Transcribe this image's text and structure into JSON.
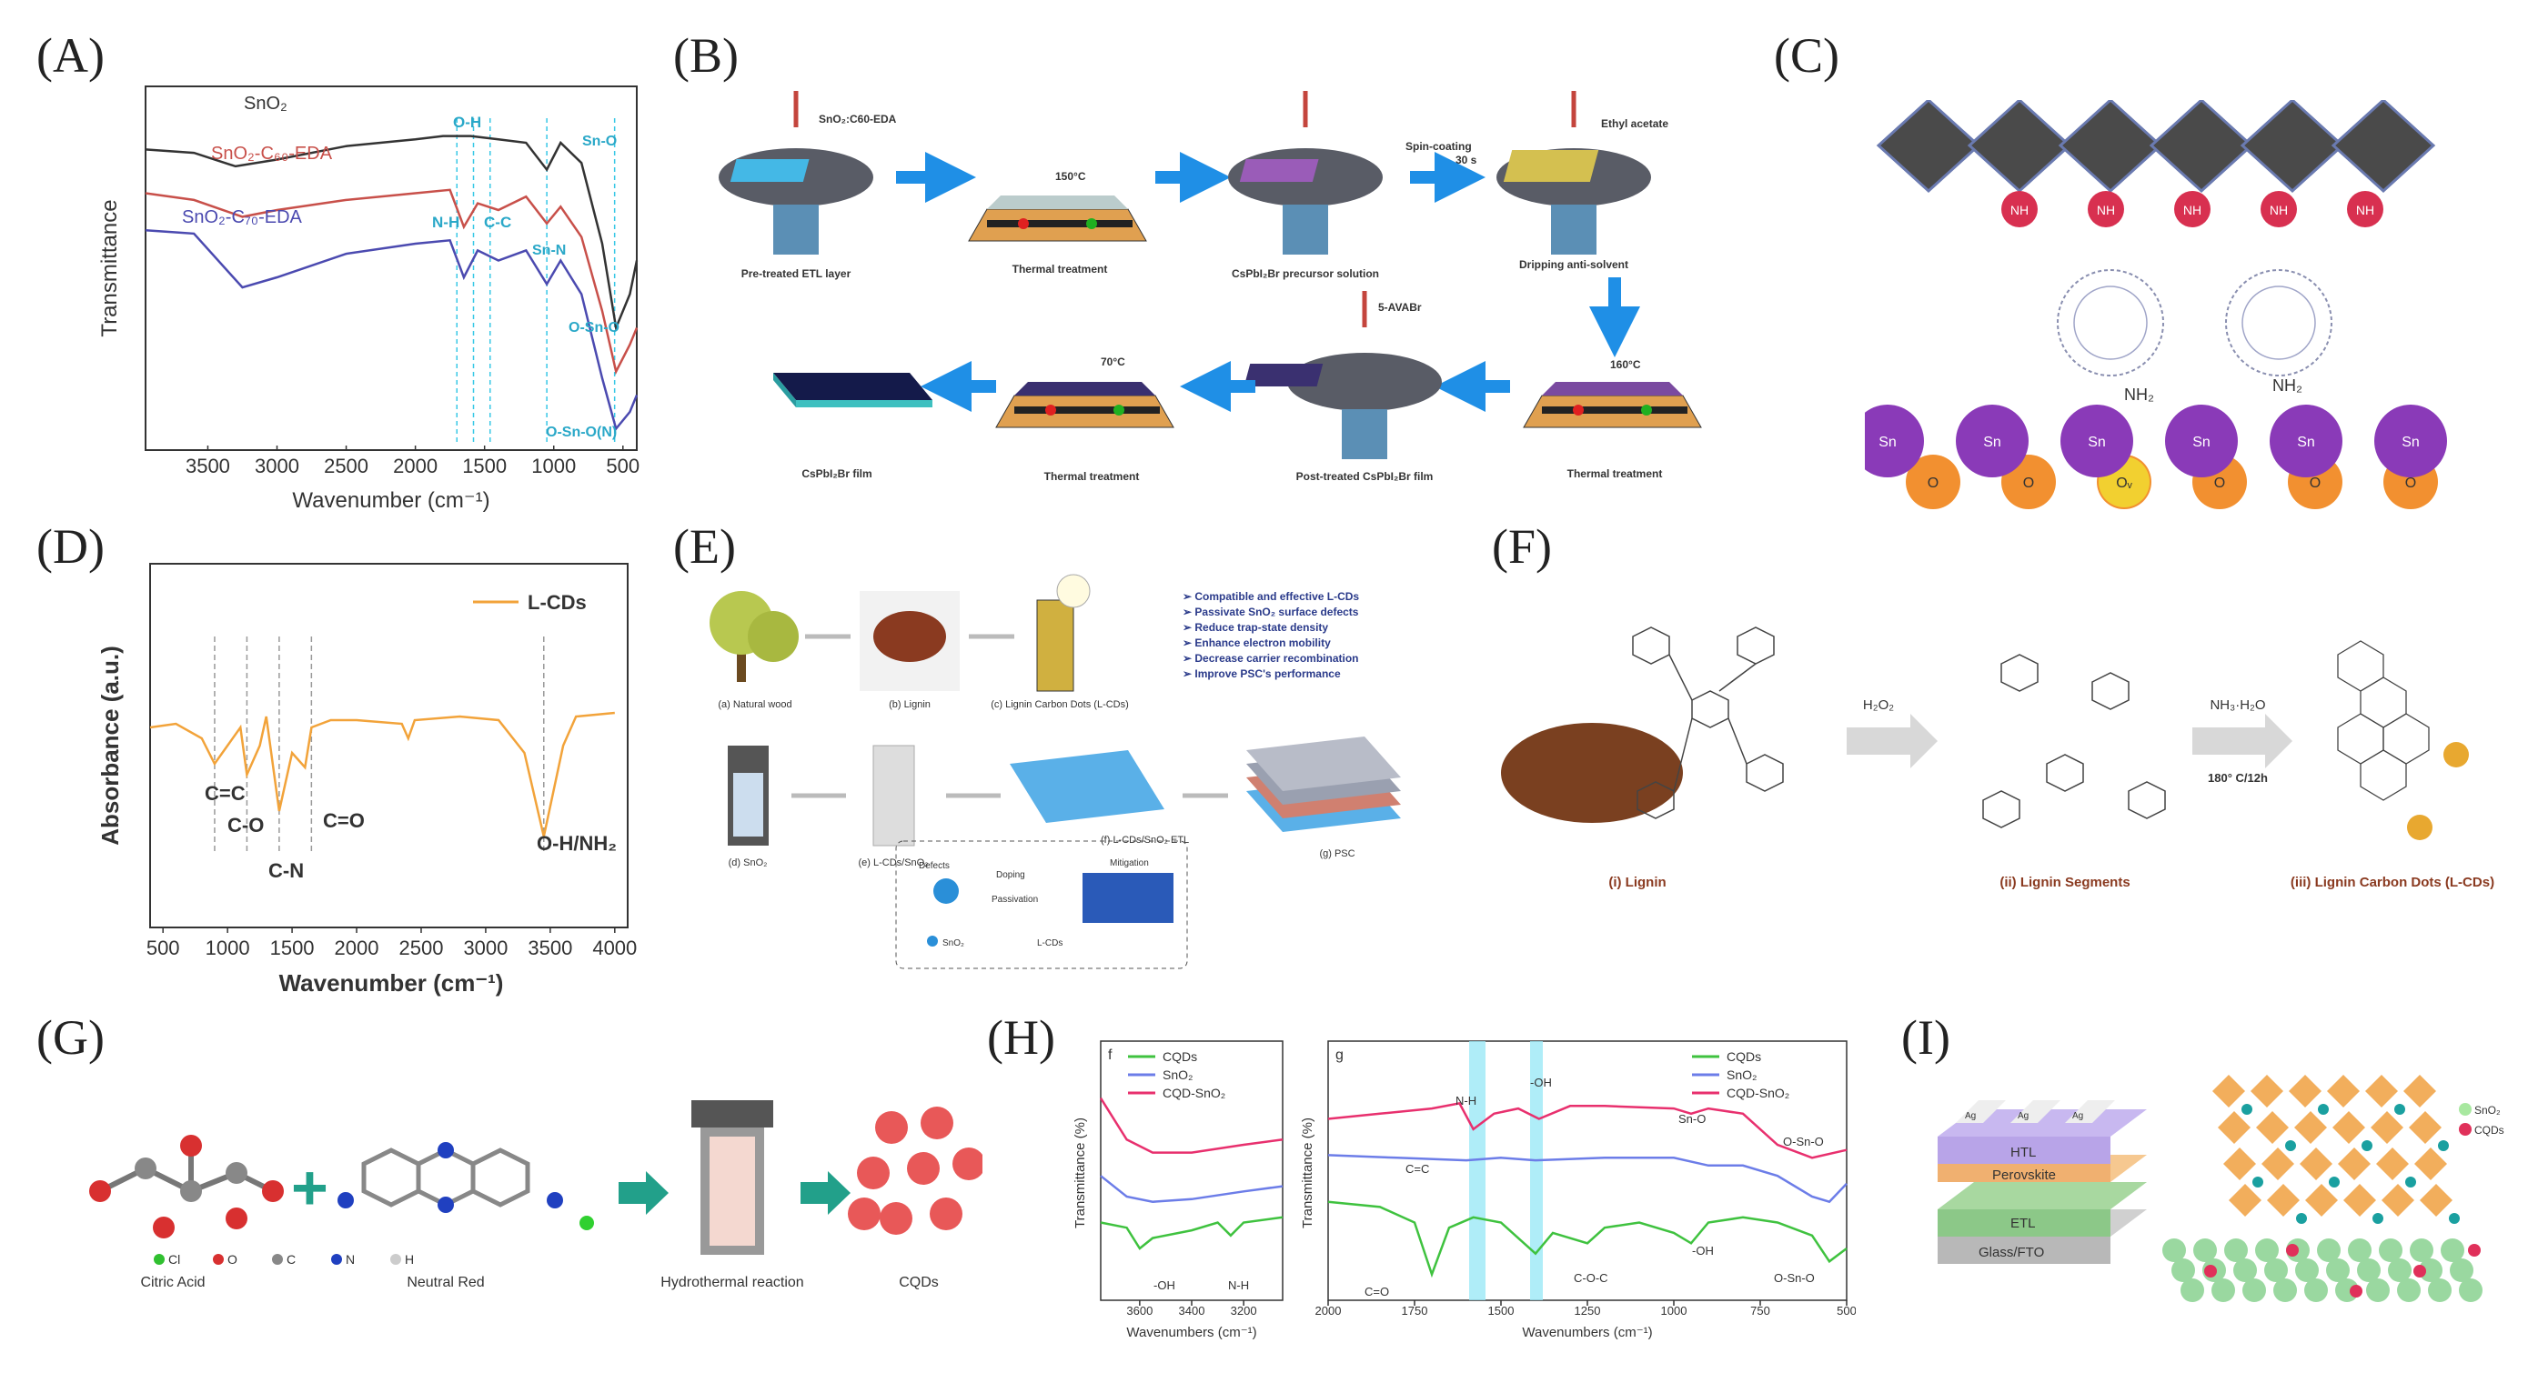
{
  "panel_labels": [
    "(A)",
    "(B)",
    "(C)",
    "(D)",
    "(E)",
    "(F)",
    "(G)",
    "(H)",
    "(I)"
  ],
  "colors": {
    "black": "#333333",
    "red": "#c8504a",
    "blue": "#4b4ab0",
    "orange": "#f2a33a",
    "green": "#3fc23f",
    "blue2": "#6c7de8",
    "pink": "#e8306e",
    "cyan": "#38c8e6",
    "arrow": "#1f8fe6",
    "teal": "#22a08a"
  },
  "panelA": {
    "chart_data": {
      "type": "line",
      "xlabel": "Wavenumber (cm⁻¹)",
      "ylabel": "Transmittance",
      "xlim": [
        3950,
        400
      ],
      "xticks": [
        "3500",
        "3000",
        "2500",
        "2000",
        "1500",
        "1000",
        "500"
      ],
      "series": [
        {
          "name": "SnO₂",
          "values": [
            [
              3950,
              0.88
            ],
            [
              3600,
              0.87
            ],
            [
              3300,
              0.83
            ],
            [
              3000,
              0.85
            ],
            [
              2500,
              0.89
            ],
            [
              2000,
              0.91
            ],
            [
              1800,
              0.92
            ],
            [
              1600,
              0.92
            ],
            [
              1400,
              0.91
            ],
            [
              1200,
              0.9
            ],
            [
              1050,
              0.82
            ],
            [
              950,
              0.9
            ],
            [
              800,
              0.84
            ],
            [
              650,
              0.6
            ],
            [
              550,
              0.35
            ],
            [
              450,
              0.45
            ],
            [
              400,
              0.55
            ]
          ]
        },
        {
          "name": "SnO₂-C₆₀-EDA",
          "values": [
            [
              3950,
              0.75
            ],
            [
              3600,
              0.73
            ],
            [
              3250,
              0.68
            ],
            [
              3000,
              0.7
            ],
            [
              2500,
              0.73
            ],
            [
              2000,
              0.75
            ],
            [
              1750,
              0.76
            ],
            [
              1650,
              0.65
            ],
            [
              1550,
              0.72
            ],
            [
              1400,
              0.7
            ],
            [
              1200,
              0.74
            ],
            [
              1050,
              0.66
            ],
            [
              950,
              0.71
            ],
            [
              800,
              0.62
            ],
            [
              650,
              0.4
            ],
            [
              550,
              0.22
            ],
            [
              450,
              0.3
            ],
            [
              400,
              0.35
            ]
          ]
        },
        {
          "name": "SnO₂-C₇₀-EDA",
          "values": [
            [
              3950,
              0.64
            ],
            [
              3600,
              0.63
            ],
            [
              3250,
              0.47
            ],
            [
              3000,
              0.5
            ],
            [
              2500,
              0.57
            ],
            [
              2000,
              0.6
            ],
            [
              1750,
              0.61
            ],
            [
              1650,
              0.5
            ],
            [
              1550,
              0.58
            ],
            [
              1400,
              0.55
            ],
            [
              1200,
              0.58
            ],
            [
              1050,
              0.48
            ],
            [
              950,
              0.55
            ],
            [
              800,
              0.45
            ],
            [
              650,
              0.2
            ],
            [
              550,
              0.05
            ],
            [
              450,
              0.1
            ],
            [
              400,
              0.15
            ]
          ]
        }
      ],
      "annotations": [
        "O-H",
        "N-H",
        "C-C",
        "Sn-O",
        "Sn-N",
        "O-Sn-O",
        "O-Sn-O(N)"
      ]
    }
  },
  "panelB": {
    "steps": [
      "Pre-treated ETL layer",
      "Thermal treatment",
      "CsPbI₂Br precursor solution",
      "Dripping anti-solvent",
      "Thermal treatment",
      "Post-treated CsPbI₂Br film",
      "Thermal treatment",
      "CsPbI₂Br film"
    ],
    "labels": {
      "etl": "SnO₂:C60-EDA",
      "t150": "150°C",
      "spin": "Spin-coating",
      "spin_time": "30 s",
      "ea": "Ethyl acetate",
      "t160": "160°C",
      "avabr": "5-AVABr",
      "t70": "70°C"
    }
  },
  "panelC": {
    "atoms_top": [
      "NH",
      "NH",
      "NH",
      "NH",
      "NH"
    ],
    "nh2": [
      "NH₂",
      "NH₂"
    ],
    "sn": [
      "Sn",
      "Sn",
      "Sn",
      "Sn",
      "Sn",
      "Sn"
    ],
    "o": [
      "O",
      "O",
      "O",
      "O",
      "O",
      "O"
    ],
    "ov": "Oᵥ"
  },
  "panelD": {
    "chart_data": {
      "type": "line",
      "xlabel": "Wavenumber (cm⁻¹)",
      "ylabel": "Absorbance (a.u.)",
      "xlim": [
        400,
        4100
      ],
      "xticks": [
        "500",
        "1000",
        "1500",
        "2000",
        "2500",
        "3000",
        "3500",
        "4000"
      ],
      "series": [
        {
          "name": "L-CDs",
          "values": [
            [
              400,
              0.55
            ],
            [
              600,
              0.56
            ],
            [
              800,
              0.52
            ],
            [
              900,
              0.45
            ],
            [
              1000,
              0.5
            ],
            [
              1100,
              0.55
            ],
            [
              1150,
              0.42
            ],
            [
              1250,
              0.5
            ],
            [
              1300,
              0.58
            ],
            [
              1400,
              0.32
            ],
            [
              1500,
              0.48
            ],
            [
              1600,
              0.44
            ],
            [
              1650,
              0.55
            ],
            [
              1800,
              0.57
            ],
            [
              2000,
              0.57
            ],
            [
              2350,
              0.56
            ],
            [
              2400,
              0.52
            ],
            [
              2450,
              0.57
            ],
            [
              2800,
              0.58
            ],
            [
              3100,
              0.57
            ],
            [
              3300,
              0.48
            ],
            [
              3450,
              0.25
            ],
            [
              3600,
              0.5
            ],
            [
              3700,
              0.58
            ],
            [
              4000,
              0.59
            ]
          ]
        }
      ],
      "annotations": [
        "C=C",
        "C-O",
        "C-N",
        "C=O",
        "O-H/NH₂"
      ]
    }
  },
  "panelE": {
    "items": [
      "(a) Natural wood",
      "(b) Lignin",
      "(c) Lignin Carbon Dots (L-CDs)",
      "(d) SnO₂",
      "(e) L-CDs/SnO₂",
      "(f) L-CDs/SnO₂ ETL",
      "(g) PSC"
    ],
    "bullets": [
      "Compatible and effective L-CDs",
      "Passivate SnO₂ surface defects",
      "Reduce trap-state density",
      "Enhance electron mobility",
      "Decrease carrier recombination",
      "Improve PSC's performance"
    ],
    "inset": {
      "defects": "Defects",
      "doping": "Doping",
      "passivation": "Passivation",
      "mitigation": "Mitigation",
      "sno2": "SnO₂",
      "lcds": "L-CDs"
    }
  },
  "panelF": {
    "labels": [
      "(i) Lignin",
      "(ii) Lignin Segments",
      "(iii) Lignin Carbon Dots (L-CDs)"
    ],
    "reagent1": "H₂O₂",
    "reagent2": "NH₃·H₂O",
    "cond": "180° C/12h"
  },
  "panelG": {
    "labels": [
      "Citric Acid",
      "Neutral Red",
      "Hydrothermal reaction",
      "CQDs"
    ],
    "legend": [
      "Cl",
      "O",
      "C",
      "N",
      "H"
    ]
  },
  "panelH": {
    "chart_data": [
      {
        "type": "line",
        "title": "f",
        "xlabel": "Wavenumbers (cm⁻¹)",
        "ylabel": "Transmittance (%)",
        "xlim": [
          3750,
          3050
        ],
        "xticks": [
          "3600",
          "3400",
          "3200"
        ],
        "series": [
          {
            "name": "CQDs",
            "values": [
              [
                3750,
                0.3
              ],
              [
                3650,
                0.28
              ],
              [
                3600,
                0.2
              ],
              [
                3550,
                0.24
              ],
              [
                3400,
                0.27
              ],
              [
                3300,
                0.3
              ],
              [
                3250,
                0.25
              ],
              [
                3200,
                0.3
              ],
              [
                3050,
                0.32
              ]
            ]
          },
          {
            "name": "SnO₂",
            "values": [
              [
                3750,
                0.48
              ],
              [
                3650,
                0.4
              ],
              [
                3550,
                0.38
              ],
              [
                3400,
                0.39
              ],
              [
                3200,
                0.42
              ],
              [
                3050,
                0.44
              ]
            ]
          },
          {
            "name": "CQD-SnO₂",
            "values": [
              [
                3750,
                0.78
              ],
              [
                3650,
                0.62
              ],
              [
                3550,
                0.57
              ],
              [
                3400,
                0.57
              ],
              [
                3200,
                0.6
              ],
              [
                3050,
                0.62
              ]
            ]
          }
        ],
        "annotations": [
          "-OH",
          "N-H"
        ]
      },
      {
        "type": "line",
        "title": "g",
        "xlabel": "Wavenumbers (cm⁻¹)",
        "ylabel": "Transmittance (%)",
        "xlim": [
          2000,
          500
        ],
        "xticks": [
          "2000",
          "1750",
          "1500",
          "1250",
          "1000",
          "750",
          "500"
        ],
        "series": [
          {
            "name": "CQDs",
            "values": [
              [
                2000,
                0.38
              ],
              [
                1850,
                0.36
              ],
              [
                1750,
                0.3
              ],
              [
                1700,
                0.1
              ],
              [
                1650,
                0.28
              ],
              [
                1580,
                0.32
              ],
              [
                1500,
                0.3
              ],
              [
                1400,
                0.18
              ],
              [
                1350,
                0.26
              ],
              [
                1250,
                0.22
              ],
              [
                1200,
                0.28
              ],
              [
                1100,
                0.3
              ],
              [
                1000,
                0.26
              ],
              [
                950,
                0.22
              ],
              [
                900,
                0.3
              ],
              [
                800,
                0.32
              ],
              [
                700,
                0.3
              ],
              [
                600,
                0.25
              ],
              [
                550,
                0.15
              ],
              [
                500,
                0.2
              ]
            ]
          },
          {
            "name": "SnO₂",
            "values": [
              [
                2000,
                0.56
              ],
              [
                1800,
                0.55
              ],
              [
                1600,
                0.54
              ],
              [
                1500,
                0.55
              ],
              [
                1400,
                0.54
              ],
              [
                1200,
                0.55
              ],
              [
                1000,
                0.55
              ],
              [
                900,
                0.52
              ],
              [
                800,
                0.52
              ],
              [
                700,
                0.48
              ],
              [
                600,
                0.4
              ],
              [
                550,
                0.38
              ],
              [
                500,
                0.45
              ]
            ]
          },
          {
            "name": "CQD-SnO₂",
            "values": [
              [
                2000,
                0.7
              ],
              [
                1850,
                0.72
              ],
              [
                1700,
                0.74
              ],
              [
                1620,
                0.76
              ],
              [
                1580,
                0.66
              ],
              [
                1520,
                0.72
              ],
              [
                1450,
                0.74
              ],
              [
                1390,
                0.7
              ],
              [
                1300,
                0.75
              ],
              [
                1200,
                0.75
              ],
              [
                1000,
                0.74
              ],
              [
                950,
                0.72
              ],
              [
                900,
                0.74
              ],
              [
                800,
                0.72
              ],
              [
                700,
                0.6
              ],
              [
                600,
                0.55
              ],
              [
                500,
                0.58
              ]
            ]
          }
        ],
        "annotations": [
          "N-H",
          "-OH",
          "Sn-O",
          "O-Sn-O",
          "C=C",
          "C=O",
          "C-O-C",
          "-OH",
          "O-Sn-O"
        ]
      }
    ]
  },
  "panelI": {
    "layers": [
      "HTL",
      "Perovskite",
      "ETL",
      "Glass/FTO"
    ],
    "electrodes": [
      "Ag",
      "Ag",
      "Ag"
    ],
    "legend": [
      "SnO₂",
      "CQDs"
    ]
  }
}
